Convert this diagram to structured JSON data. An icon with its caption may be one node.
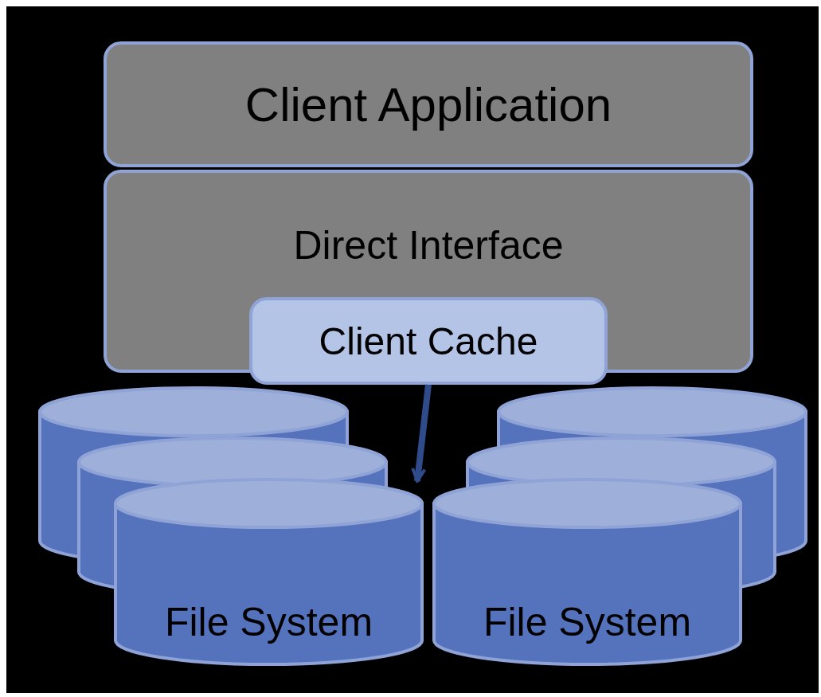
{
  "diagram": {
    "nodes": [
      {
        "text": [
          "Client Application"
        ]
      },
      {
        "text": [
          "Direct Interface"
        ]
      },
      {
        "text": [
          "Client Cache"
        ]
      },
      {
        "text": [],
        "shape": "cylinder"
      },
      {
        "text": [],
        "shape": "cylinder"
      },
      {
        "text": [
          "File System"
        ]
      },
      {
        "text": [],
        "shape": "cylinder"
      },
      {
        "text": [],
        "shape": "cylinder"
      },
      {
        "text": [
          "File System"
        ]
      }
    ],
    "edges": [
      {
        "from": 2,
        "to": 5,
        "arrow": "to"
      }
    ]
  }
}
